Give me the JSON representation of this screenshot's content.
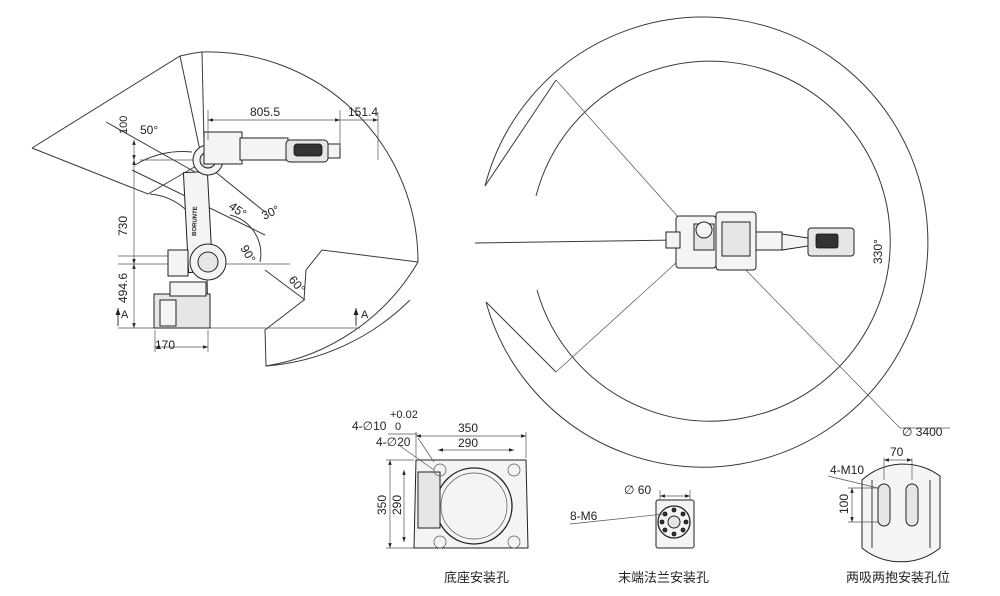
{
  "side_view": {
    "dims": {
      "d_805": "805.5",
      "d_151": "151.4",
      "d_100": "100",
      "d_730": "730",
      "d_494": "494.6",
      "d_170": "170"
    },
    "angles": {
      "a50": "50°",
      "a45": "45°",
      "a30": "30°",
      "a90": "90°",
      "a60": "60°"
    },
    "section_marks": {
      "left": "A",
      "right": "A"
    },
    "brand_text": "BORUNTE"
  },
  "top_view": {
    "rotation": "330°",
    "diameter": "∅ 3400"
  },
  "base_detail": {
    "hole_spec": "4-∅10",
    "tol_upper": "+0.02",
    "tol_lower": "0",
    "hole_spec2": "4-∅20",
    "width_outer": "350",
    "width_inner": "290",
    "height_outer": "350",
    "height_inner": "290",
    "caption": "底座安装孔"
  },
  "flange_detail": {
    "diameter": "∅ 60",
    "thread_spec": "8-M6",
    "caption": "末端法兰安装孔"
  },
  "suction_detail": {
    "thread_spec": "4-M10",
    "width": "70",
    "height": "100",
    "caption": "两吸两抱安装孔位"
  }
}
